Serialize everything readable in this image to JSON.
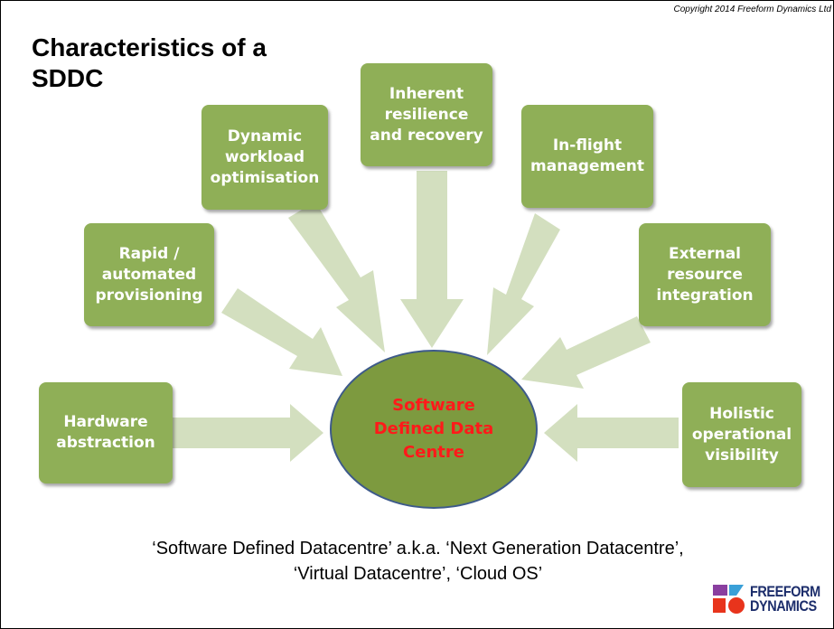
{
  "copyright": "Copyright 2014 Freeform Dynamics Ltd",
  "title": "Characteristics of a SDDC",
  "center": {
    "label": "Software\nDefined Data\nCentre",
    "fill": "#7d9a3f",
    "text_color": "#ff1a1a"
  },
  "boxes": {
    "hardware_abstraction": "Hardware\nabstraction",
    "rapid_provisioning": "Rapid  /\nautomated\nprovisioning",
    "dynamic_workload": "Dynamic\nworkload\noptimisation",
    "inherent_resilience": "Inherent\nresilience\nand recovery",
    "inflight_management": "In-flight\nmanagement",
    "external_integration": "External\nresource\nintegration",
    "holistic_visibility": "Holistic\noperational\nvisibility"
  },
  "colors": {
    "box_fill": "#8faf57",
    "arrow_fill": "#d3dfbf"
  },
  "caption": {
    "line1": "‘Software Defined Datacentre’ a.k.a.  ‘Next Generation Datacentre’,",
    "line2": "‘Virtual Datacentre’, ‘Cloud OS’"
  },
  "logo": {
    "line1": "FREEFORM",
    "line2": "DYNAMICS"
  }
}
